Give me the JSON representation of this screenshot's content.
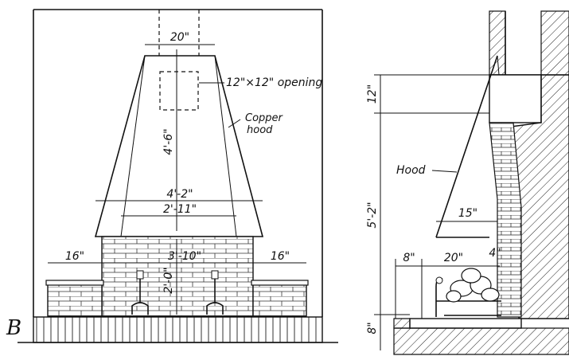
{
  "labels": {
    "section_letter": "B",
    "front": {
      "top_width": "20\"",
      "opening": "12\"×12\" opening",
      "hood_material_line1": "Copper",
      "hood_material_line2": "hood",
      "hood_height": "4'-6\"",
      "hood_bottom_outer": "4'-2\"",
      "hood_bottom_inner": "2'-11\"",
      "side_left": "16\"",
      "hearth_width": "3'-10\"",
      "side_right": "16\"",
      "base_height": "2'-0\""
    },
    "side": {
      "top_height": "12\"",
      "hood_label": "Hood",
      "main_height": "5'-2\"",
      "hood_depth": "15\"",
      "left_gap": "8\"",
      "hearth_depth": "20\"",
      "back_wall": "4\"",
      "floor": "8\""
    }
  },
  "colors": {
    "ink": "#111111",
    "paper": "#ffffff"
  }
}
